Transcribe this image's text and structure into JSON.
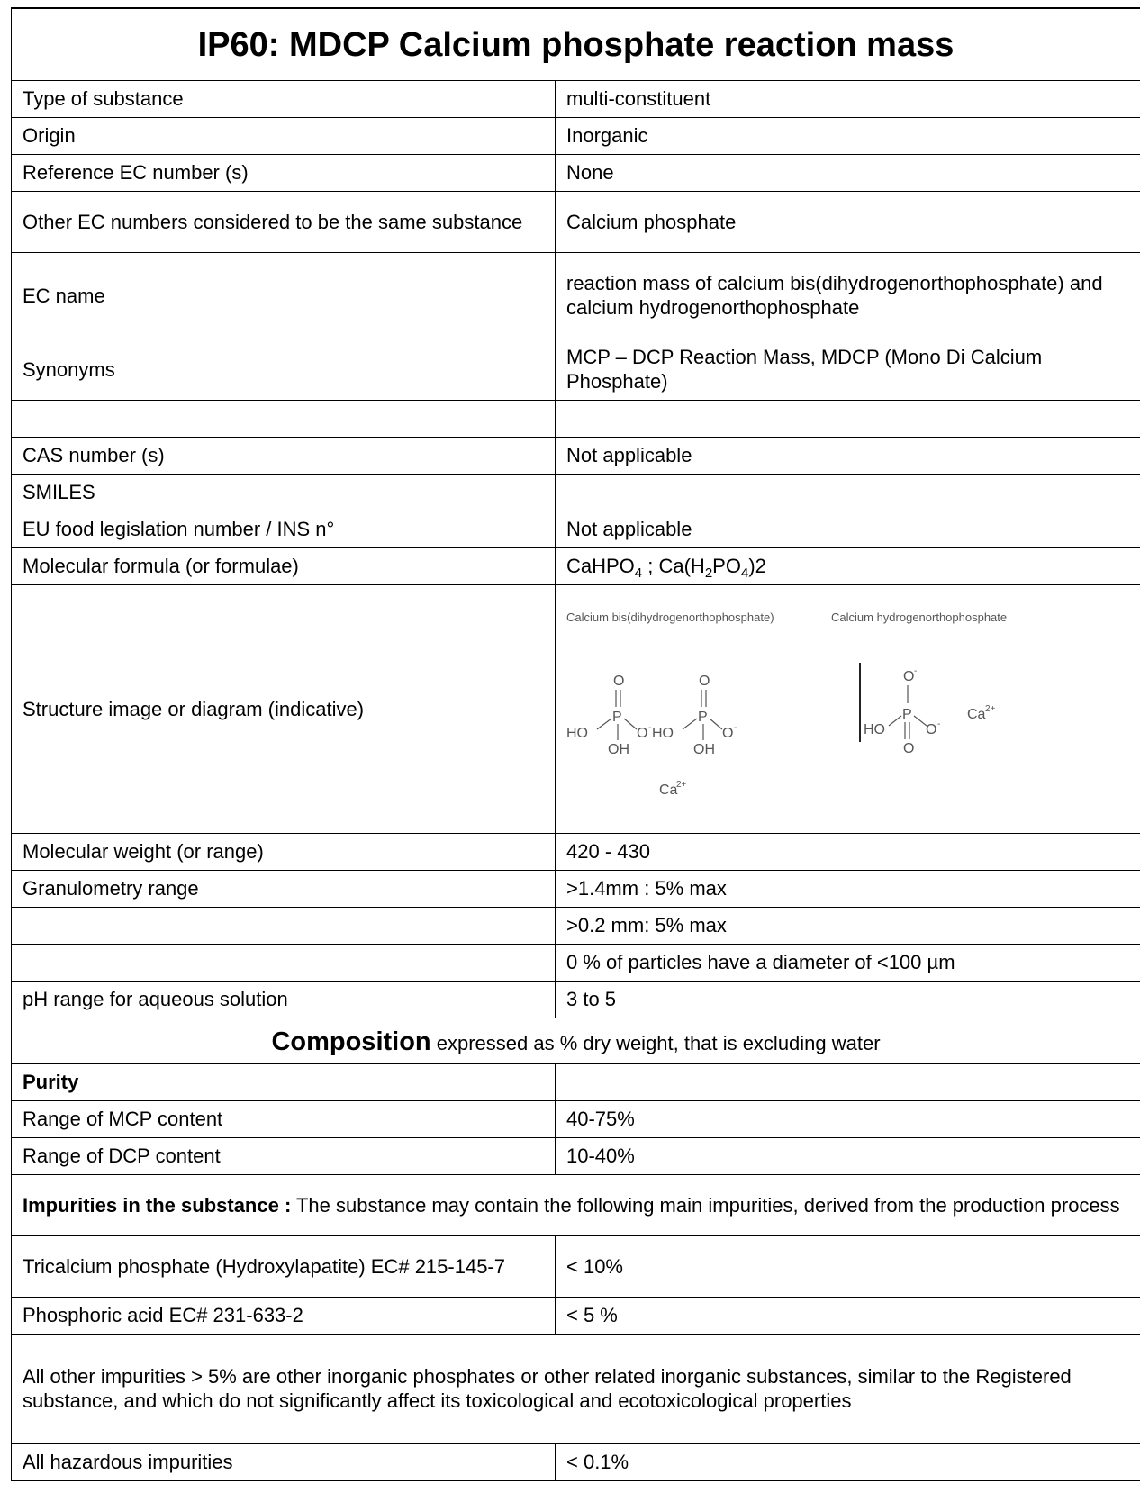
{
  "title": "IP60: MDCP Calcium phosphate reaction mass",
  "rows": [
    {
      "label": "Type of substance",
      "value": "multi-constituent"
    },
    {
      "label": "Origin",
      "value": "Inorganic"
    },
    {
      "label": "Reference EC number (s)",
      "value": "None"
    },
    {
      "label": "Other EC numbers considered to be the same substance",
      "value": "Calcium phosphate"
    },
    {
      "label": "EC name",
      "value": "reaction mass of calcium bis(dihydrogenorthophosphate) and calcium hydrogenorthophosphate"
    },
    {
      "label": "Synonyms",
      "value": "MCP – DCP Reaction Mass, MDCP (Mono Di Calcium Phosphate)"
    },
    {
      "label": "",
      "value": ""
    },
    {
      "label": "CAS number (s)",
      "value": "Not applicable"
    },
    {
      "label": "SMILES",
      "value": ""
    },
    {
      "label": "EU food legislation number / INS n°",
      "value": "Not applicable"
    }
  ],
  "formula": {
    "label": "Molecular formula (or formulae)",
    "parts": {
      "p1": "CaHPO",
      "s1": "4",
      "p2": " ; Ca(H",
      "s2": "2",
      "p3": "PO",
      "s3": "4",
      "p4": ")2"
    }
  },
  "structure": {
    "label": "Structure image or diagram (indicative)",
    "caption_left": "Calcium bis(dihydrogenorthophosphate)",
    "caption_right": "Calcium hydrogenorthophosphate",
    "atom_o": "O",
    "atom_p": "P",
    "atom_ho": "HO",
    "atom_oh": "OH",
    "atom_o_minus": "O",
    "minus": "-",
    "ca": "Ca",
    "ca_charge": "2+"
  },
  "rows2": [
    {
      "label": "Molecular weight (or range)",
      "value": "420 - 430"
    },
    {
      "label": "Granulometry range",
      "value": ">1.4mm : 5% max"
    },
    {
      "label": "",
      "value": ">0.2 mm: 5% max"
    },
    {
      "label": "",
      "value": "0 % of particles have a diameter of <100 µm"
    },
    {
      "label": "pH range for aqueous solution",
      "value": "3 to 5"
    }
  ],
  "composition": {
    "heading": "Composition",
    "subtext": " expressed as % dry weight, that is excluding water"
  },
  "purity": {
    "label": "Purity",
    "rows": [
      {
        "label": "Range of MCP content",
        "value": "40-75%"
      },
      {
        "label": "Range of DCP content",
        "value": "10-40%"
      }
    ]
  },
  "impurities": {
    "heading": "Impurities in the substance :",
    "text": " The substance may contain the following main impurities, derived from the production process",
    "rows": [
      {
        "label": "Tricalcium phosphate (Hydroxylapatite) EC# 215-145-7",
        "value": "< 10%"
      },
      {
        "label": "Phosphoric acid EC# 231-633-2",
        "value": "< 5 %"
      }
    ],
    "note": "All other impurities > 5% are other inorganic phosphates or other related inorganic substances, similar to the Registered substance, and which do not significantly affect its toxicological and ecotoxicological properties",
    "hazardous": {
      "label": "All hazardous impurities",
      "value": "< 0.1%"
    }
  }
}
